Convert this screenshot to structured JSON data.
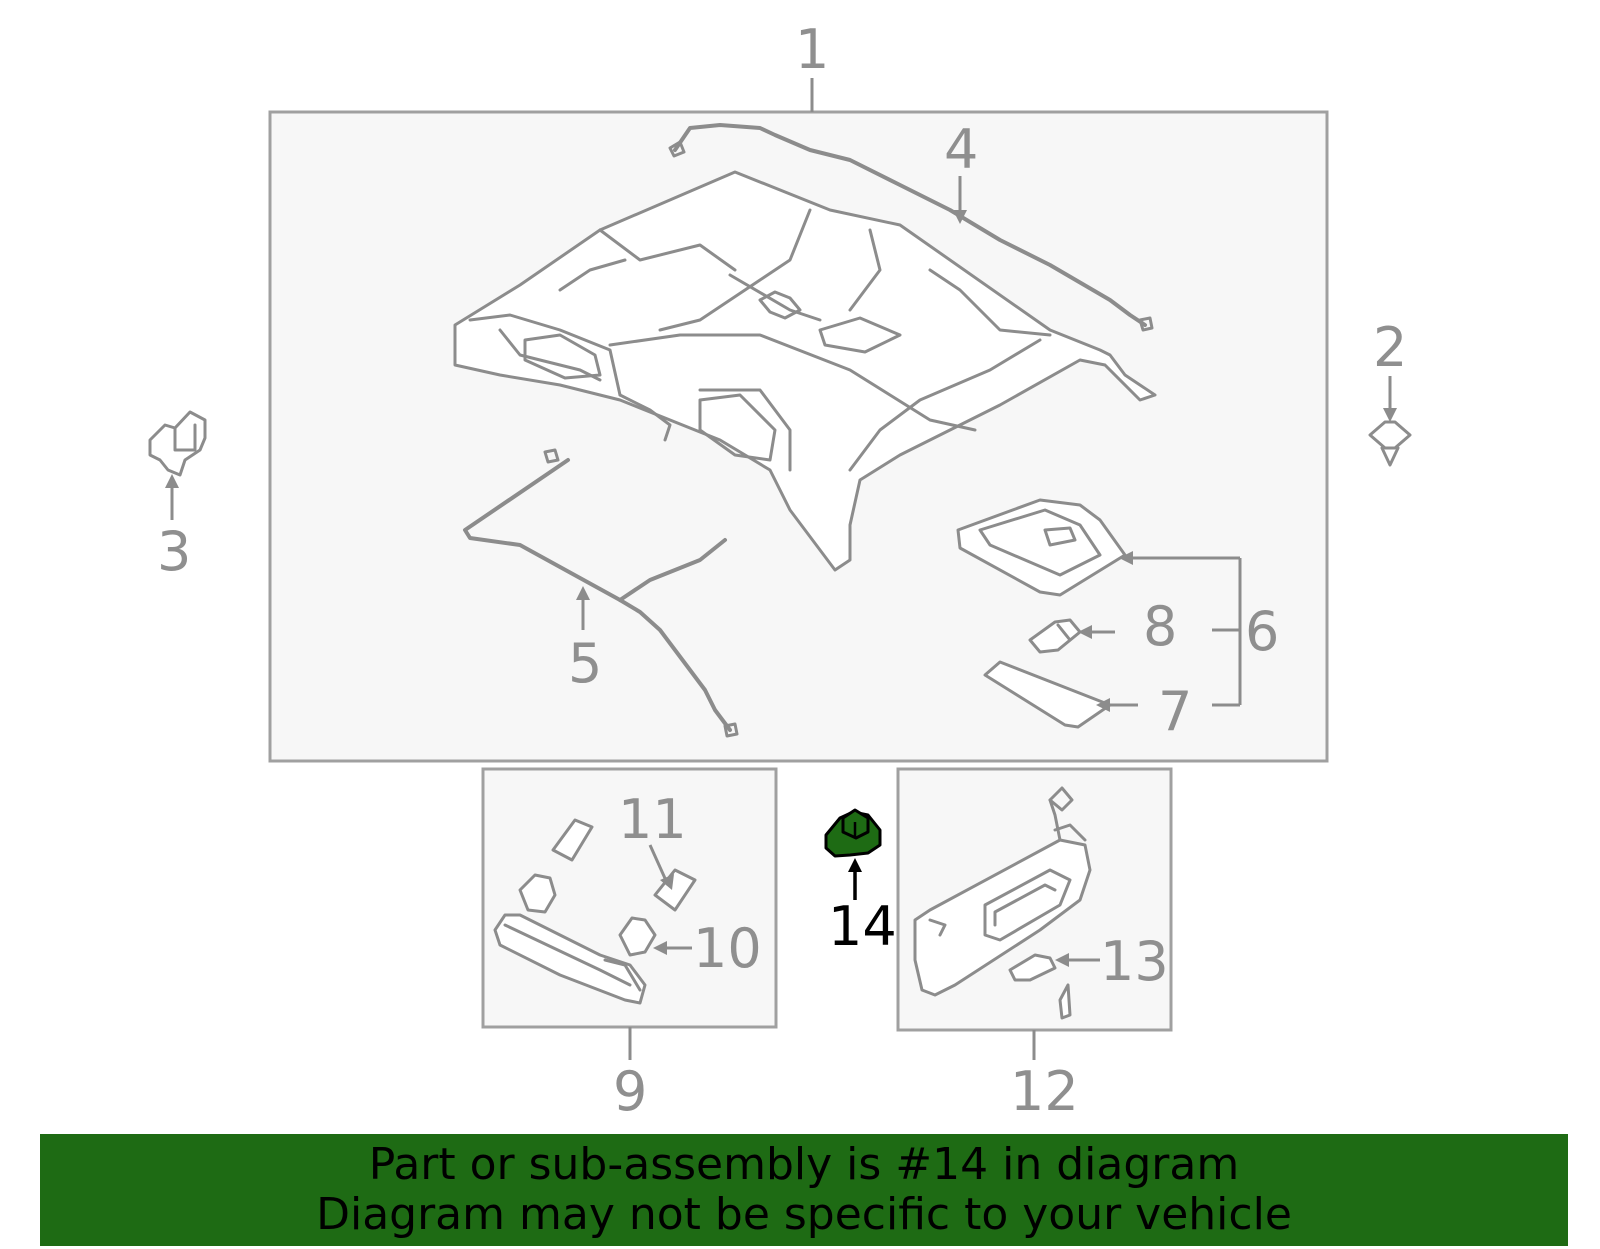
{
  "diagram": {
    "callouts": {
      "c1": "1",
      "c2": "2",
      "c3": "3",
      "c4": "4",
      "c5": "5",
      "c6": "6",
      "c7": "7",
      "c8": "8",
      "c9": "9",
      "c10": "10",
      "c11": "11",
      "c12": "12",
      "c13": "13",
      "c14": "14"
    },
    "highlighted_part": "14",
    "colors": {
      "highlight": "#1e6b14",
      "line": "#8c8c8c",
      "box_fill": "#f7f7f7"
    }
  },
  "banner": {
    "line1": "Part or sub-assembly is #14 in diagram",
    "line2": "Diagram may not be specific to your vehicle"
  }
}
